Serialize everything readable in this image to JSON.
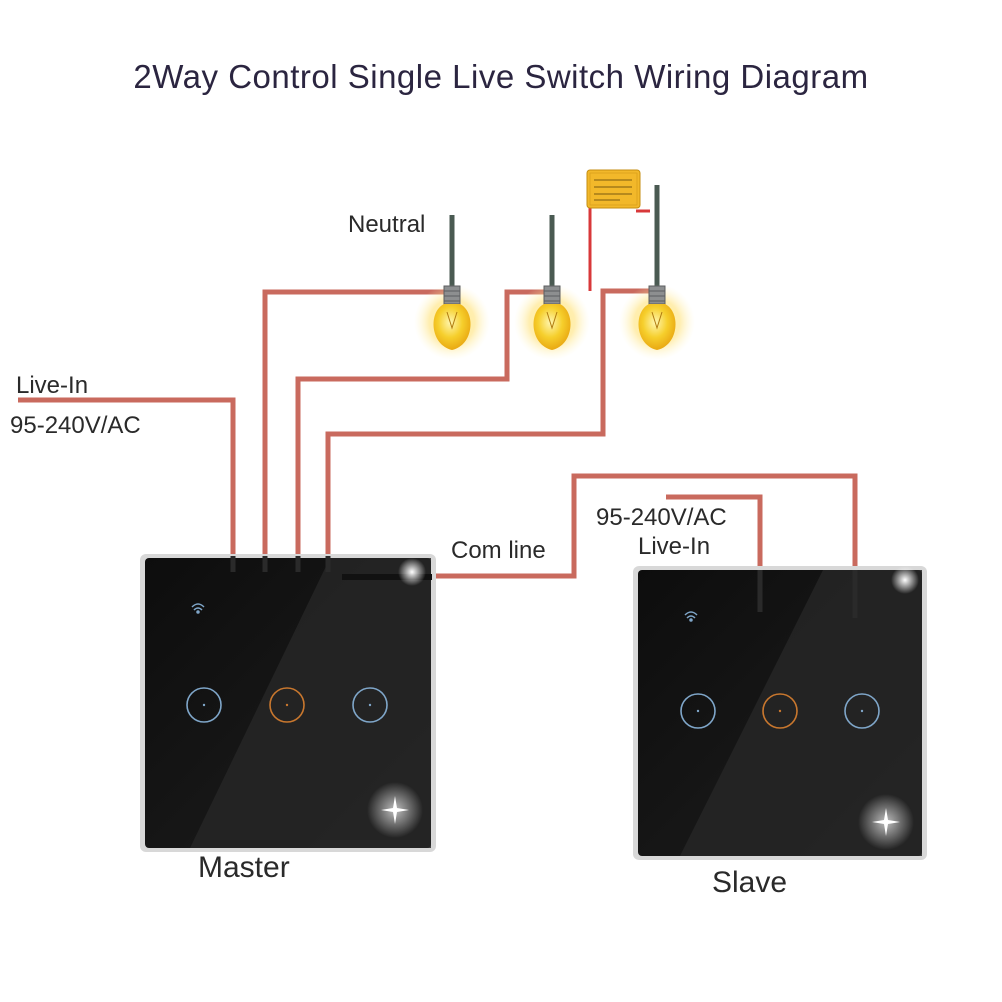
{
  "title": "2Way Control Single Live Switch Wiring Diagram",
  "labels": {
    "neutral": "Neutral",
    "live_in_left": "Live-In",
    "voltage_left": "95-240V/AC",
    "com_line": "Com line",
    "voltage_right": "95-240V/AC",
    "live_in_right": "Live-In",
    "master": "Master",
    "slave": "Slave"
  },
  "colors": {
    "wire": "#c96a5e",
    "neutral_wire": "#4a5a52",
    "panel": "#151515",
    "button_outer": "#7fa6c9",
    "button_middle": "#c8772e",
    "bulb": "#f4c21a",
    "capacitor": "#f2b82a",
    "capacitor_wire": "#d8383a"
  },
  "icons": [
    "wifi-icon",
    "touch-button-icon",
    "light-bulb-icon",
    "capacitor-icon"
  ]
}
